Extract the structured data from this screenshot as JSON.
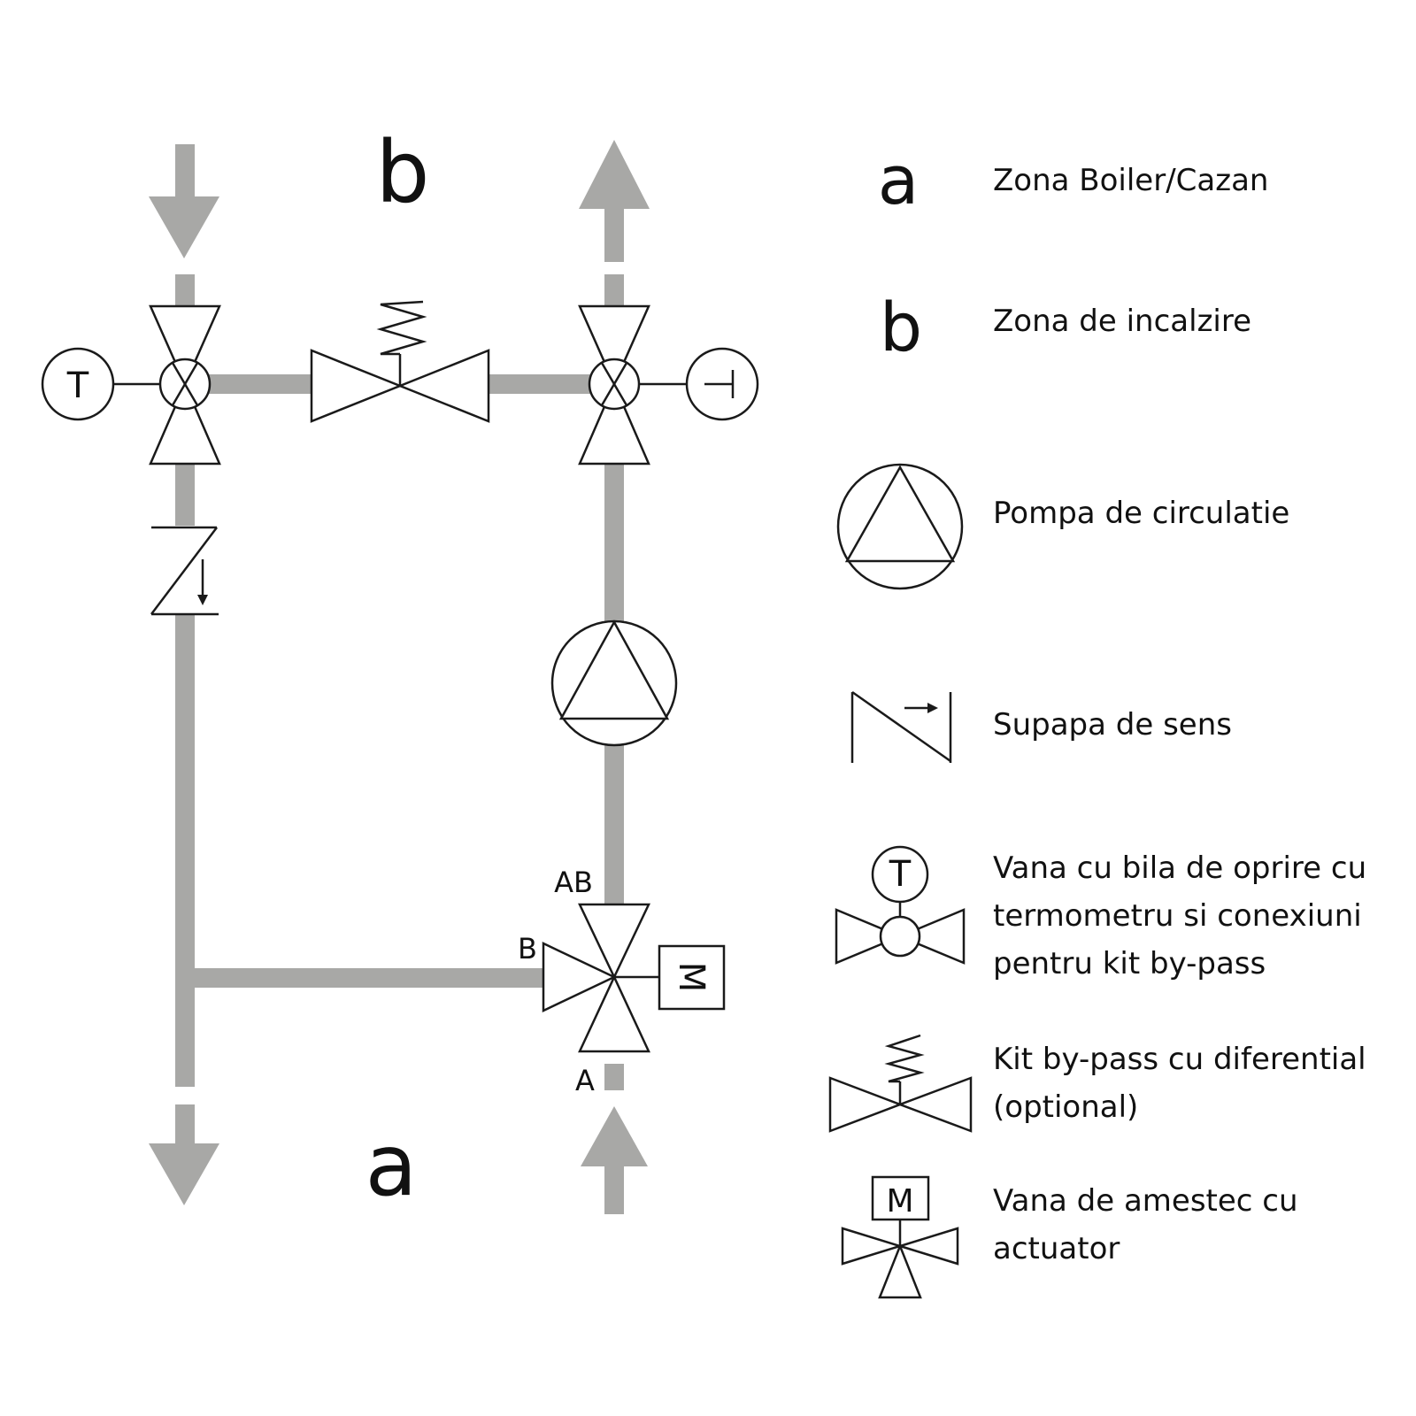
{
  "zones": {
    "top_label": "b",
    "bottom_label": "a"
  },
  "ports": {
    "ab": "AB",
    "b": "B",
    "a": "A"
  },
  "symbol_letters": {
    "thermometer": "T",
    "motor": "M"
  },
  "legend": [
    {
      "key": "zone-a",
      "symbol": "a",
      "lines": [
        "Zona Boiler/Cazan"
      ]
    },
    {
      "key": "zone-b",
      "symbol": "b",
      "lines": [
        "Zona de incalzire"
      ]
    },
    {
      "key": "pump",
      "symbol": "pump-icon",
      "lines": [
        "Pompa de circulatie"
      ]
    },
    {
      "key": "check-valve",
      "symbol": "check-valve-icon",
      "lines": [
        "Supapa de sens"
      ]
    },
    {
      "key": "ball-valve",
      "symbol": "ball-valve-thermometer-icon",
      "lines": [
        "Vana cu bila de oprire cu",
        "termometru si conexiuni",
        "pentru kit by-pass"
      ]
    },
    {
      "key": "bypass-kit",
      "symbol": "bypass-valve-icon",
      "lines": [
        "Kit by-pass cu diferential",
        "(optional)"
      ]
    },
    {
      "key": "mixing-valve",
      "symbol": "mixing-valve-actuator-icon",
      "lines": [
        "Vana de amestec cu",
        "actuator"
      ]
    }
  ],
  "colors": {
    "pipe": "#a8a8a6",
    "stroke": "#1a1a1a",
    "background": "#ffffff"
  }
}
